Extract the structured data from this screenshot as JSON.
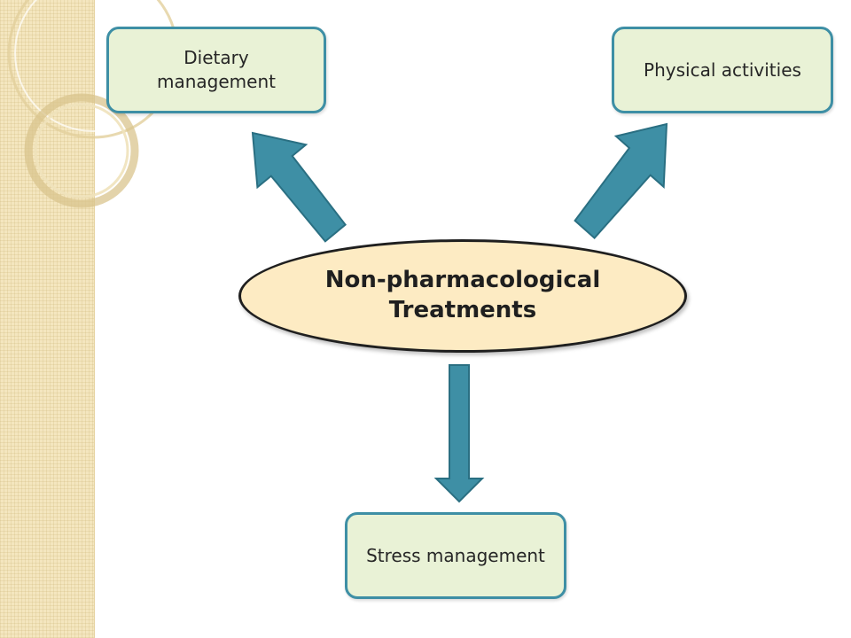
{
  "diagram": {
    "center": {
      "label": "Non-pharmacological\nTreatments"
    },
    "nodes": [
      {
        "id": "dietary",
        "label": "Dietary\nmanagement"
      },
      {
        "id": "physical",
        "label": "Physical activities"
      },
      {
        "id": "stress",
        "label": "Stress management"
      }
    ],
    "edges": [
      {
        "from": "center",
        "to": "dietary"
      },
      {
        "from": "center",
        "to": "physical"
      },
      {
        "from": "center",
        "to": "stress"
      }
    ]
  },
  "colors": {
    "node_fill": "#e9f2d6",
    "node_border": "#3e8fa5",
    "center_fill": "#fdebc3",
    "arrow_fill": "#3e8fa5",
    "arrow_stroke": "#2a6f82",
    "side_strip": "#f4e6bf"
  }
}
